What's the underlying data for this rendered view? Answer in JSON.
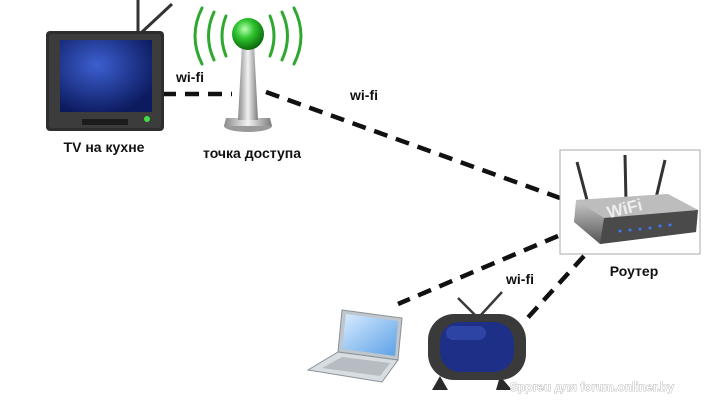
{
  "diagram": {
    "nodes": {
      "kitchen_tv": {
        "label": "TV на кухне"
      },
      "access_point": {
        "label": "точка доступа"
      },
      "router": {
        "label": "Роутер",
        "device_text": "WiFi"
      },
      "laptop": {
        "label": ""
      },
      "tv": {
        "label": ""
      }
    },
    "edges": [
      {
        "from": "kitchen_tv",
        "to": "access_point",
        "label": "wi-fi"
      },
      {
        "from": "access_point",
        "to": "router",
        "label": "wi-fi"
      },
      {
        "from": "router",
        "to": "laptop",
        "label": ""
      },
      {
        "from": "router",
        "to": "tv",
        "label": ""
      }
    ],
    "tv_router_label": "wi-fi"
  },
  "watermark": "Sppreu для forum.onliner.by",
  "icons": [
    "tv-icon",
    "access-point-icon",
    "router-icon",
    "laptop-icon",
    "retro-tv-icon"
  ],
  "colors": {
    "link": "#111111",
    "signal": "#2ea82e",
    "tv_screen": "#1d2f86",
    "tv_body": "#3a3a3a"
  }
}
